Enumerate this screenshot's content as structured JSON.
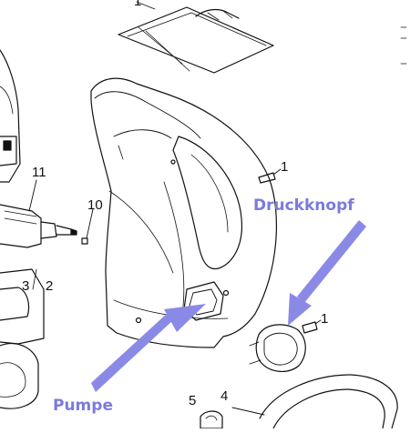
{
  "callouts": {
    "top_right": "Druckknopf",
    "bottom_left": "Pumpe"
  },
  "part_numbers": {
    "housing_screw": "1",
    "button_screw": "1",
    "top_part": "1",
    "cable": "11",
    "pin": "10",
    "part_3": "3",
    "part_2": "2",
    "part_5": "5",
    "part_4": "4"
  },
  "colors": {
    "line": "#111111",
    "arrow": "#8a8ae6",
    "callout_text": "#7b7bdc"
  }
}
